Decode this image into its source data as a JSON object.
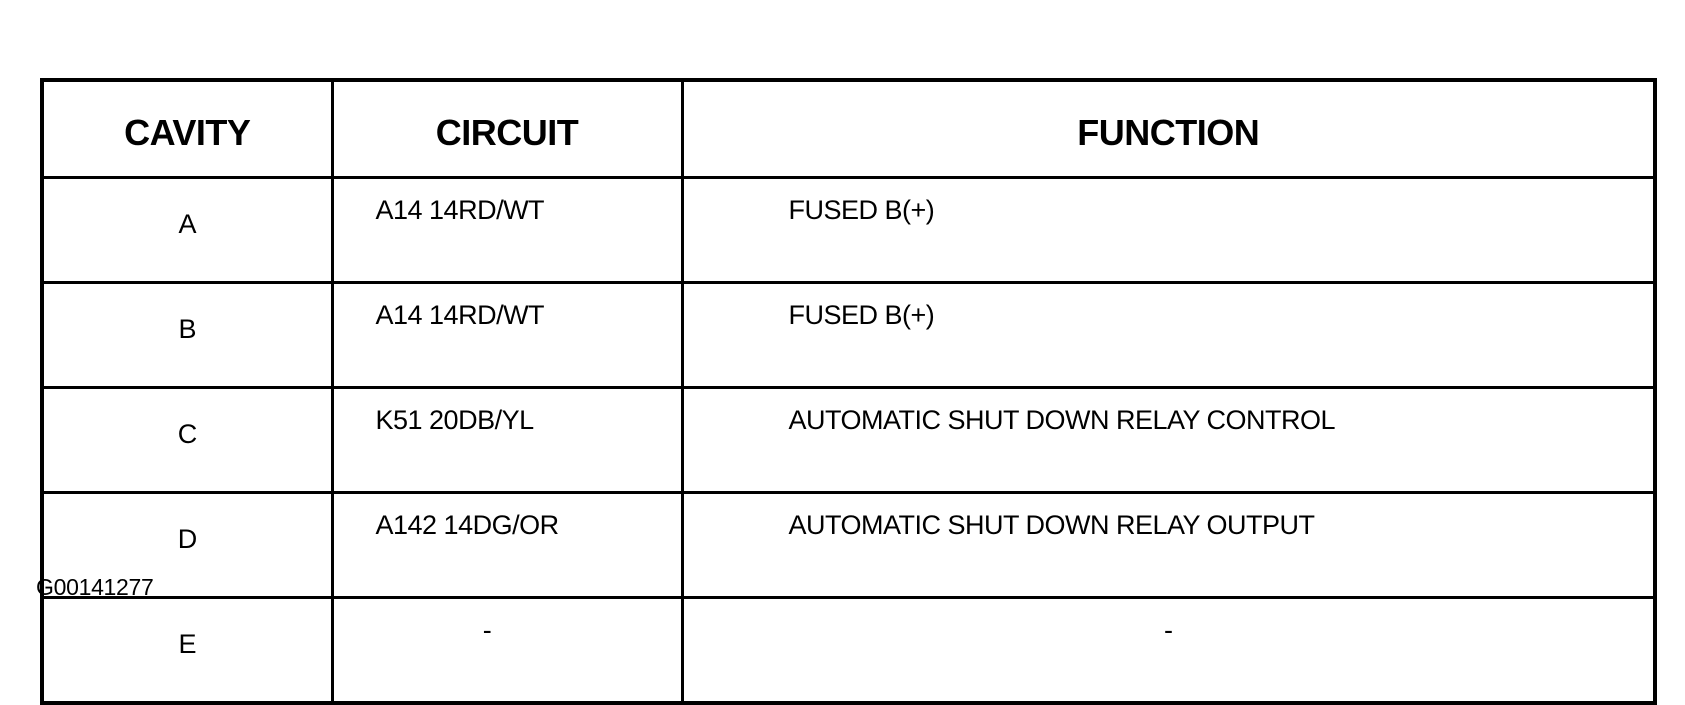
{
  "table": {
    "headers": {
      "cavity": "CAVITY",
      "circuit": "CIRCUIT",
      "function": "FUNCTION"
    },
    "rows": [
      {
        "cavity": "A",
        "circuit": "A14 14RD/WT",
        "function": "FUSED B(+)"
      },
      {
        "cavity": "B",
        "circuit": "A14 14RD/WT",
        "function": "FUSED B(+)"
      },
      {
        "cavity": "C",
        "circuit": "K51 20DB/YL",
        "function": "AUTOMATIC SHUT DOWN RELAY CONTROL"
      },
      {
        "cavity": "D",
        "circuit": "A142 14DG/OR",
        "function": "AUTOMATIC SHUT DOWN RELAY OUTPUT"
      },
      {
        "cavity": "E",
        "circuit": "-",
        "function": "-"
      }
    ]
  },
  "figure_id": "G00141277"
}
